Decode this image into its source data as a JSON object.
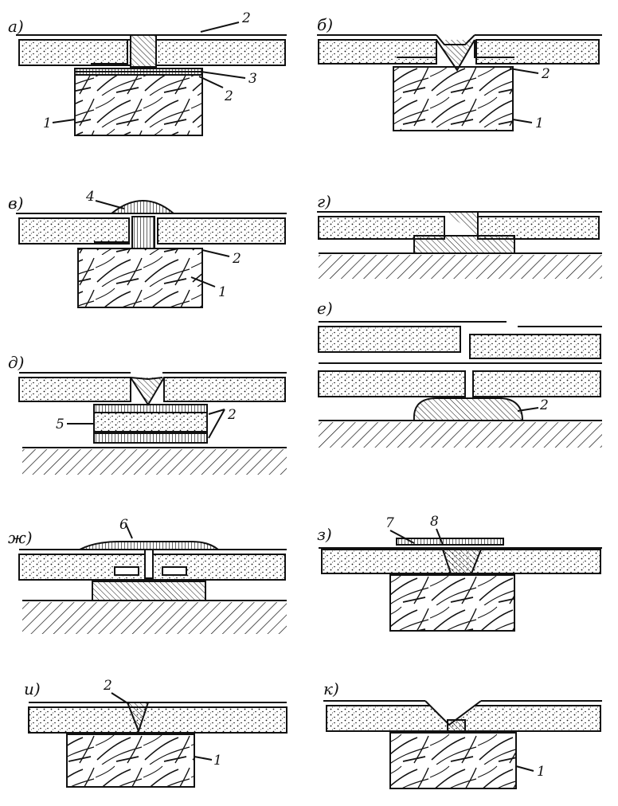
{
  "panels": [
    {
      "id": "a",
      "letter": "а)",
      "callouts": [
        "2",
        "3",
        "2",
        "1"
      ]
    },
    {
      "id": "b",
      "letter": "б)",
      "callouts": [
        "2",
        "1"
      ]
    },
    {
      "id": "v",
      "letter": "в)",
      "callouts": [
        "4",
        "2",
        "1"
      ]
    },
    {
      "id": "g",
      "letter": "г)",
      "callouts": []
    },
    {
      "id": "d",
      "letter": "д)",
      "callouts": [
        "5",
        "2"
      ]
    },
    {
      "id": "e",
      "letter": "е)",
      "callouts": [
        "2"
      ]
    },
    {
      "id": "zh",
      "letter": "ж)",
      "callouts": [
        "6"
      ]
    },
    {
      "id": "z",
      "letter": "з)",
      "callouts": [
        "7",
        "8"
      ]
    },
    {
      "id": "i",
      "letter": "и)",
      "callouts": [
        "2",
        "1"
      ]
    },
    {
      "id": "k",
      "letter": "к)",
      "callouts": [
        "1"
      ]
    }
  ],
  "colors": {
    "ink": "#111111",
    "paper": "#ffffff"
  }
}
